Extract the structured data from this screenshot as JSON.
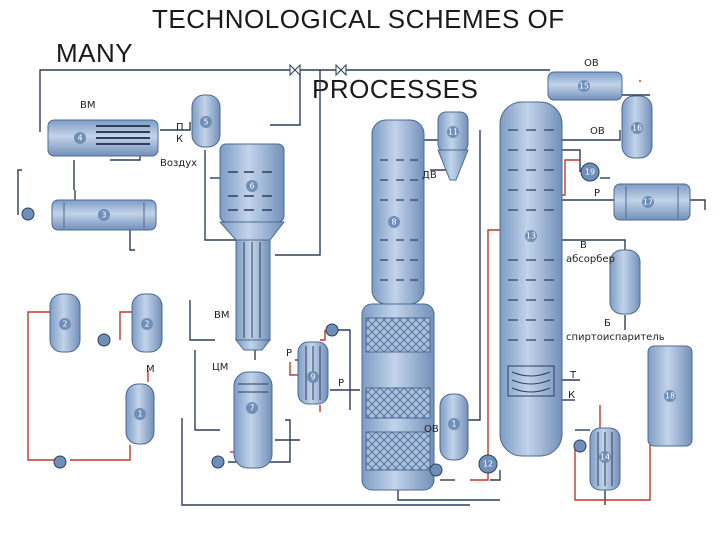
{
  "title": {
    "line1": "TECHNOLOGICAL SCHEMES OF",
    "line2": "MANY",
    "line3": "PROCESSES"
  },
  "equipment_numbers": [
    "1",
    "2",
    "3",
    "4",
    "5",
    "6",
    "7",
    "8",
    "9",
    "11",
    "12",
    "13",
    "14",
    "15",
    "16",
    "17",
    "18",
    "19"
  ],
  "labels": {
    "bm": "ВМ",
    "vozduh": "Воздух",
    "p_left": "П",
    "k_left": "К",
    "dv": "ДВ",
    "ov_top": "ОВ",
    "ov_mid": "ОВ",
    "ov_bottom": "ОВ",
    "p_right": "Р",
    "v_right": "В",
    "absorber": "абсорбер",
    "b_right": "Б",
    "spirtoisparitel": "спиртоиспаритель",
    "vm_mid": "ВМ",
    "p_mid": "Р",
    "p_low": "Р",
    "tsm": "ЦМ",
    "m_left": "М",
    "t_right": "Т",
    "k_right": "К"
  },
  "colors": {
    "vessel": "#9fb8d8",
    "vessel_dark": "#6f8fb8",
    "line": "#2c3e5c",
    "hot": "#c0392b",
    "outline": "#4a6a94"
  }
}
